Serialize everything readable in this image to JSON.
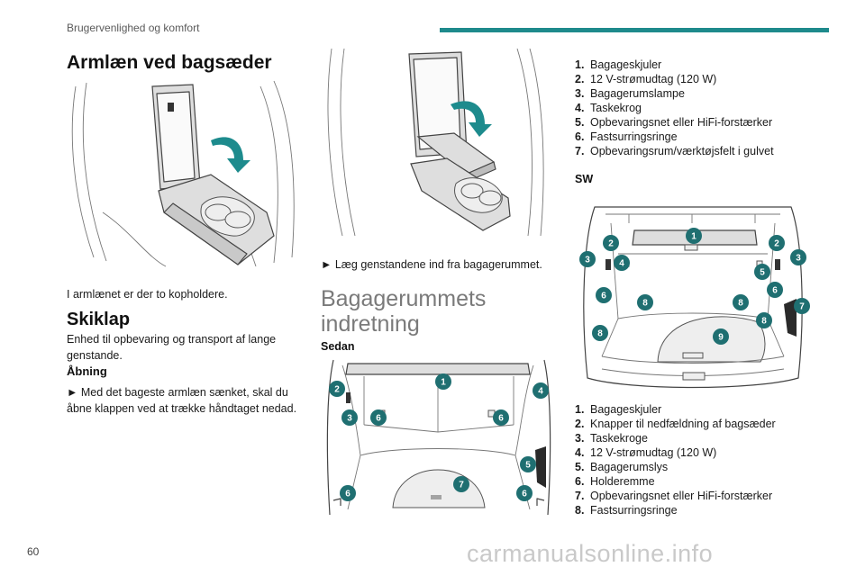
{
  "header": {
    "section": "Brugervenlighed og komfort",
    "accent_color": "#1e8a8c"
  },
  "page_number": "60",
  "watermark": "carmanualsonline.info",
  "armrest": {
    "title": "Armlæn ved bagsæder",
    "caption": "I armlænet er der to kopholdere."
  },
  "ski": {
    "title": "Skiklap",
    "intro": "Enhed til opbevaring og transport af lange genstande.",
    "opening_title": "Åbning",
    "opening_text": "► Med det bageste armlæn sænket, skal du åbne klappen ved at trække håndtaget nedad.",
    "load_text": "► Læg genstandene ind fra bagagerummet."
  },
  "boot": {
    "title_line1": "Bagagerummets",
    "title_line2": "indretning",
    "sedan_label": "Sedan",
    "sedan_badges": [
      "1",
      "2",
      "3",
      "6",
      "6",
      "4",
      "5",
      "7",
      "6",
      "6"
    ],
    "sedan_items": [
      {
        "n": "1.",
        "t": "Bagageskjuler"
      },
      {
        "n": "2.",
        "t": "12 V-strømudtag (120 W)"
      },
      {
        "n": "3.",
        "t": "Bagagerumslampe"
      },
      {
        "n": "4.",
        "t": "Taskekrog"
      },
      {
        "n": "5.",
        "t": "Opbevaringsnet eller HiFi-forstærker"
      },
      {
        "n": "6.",
        "t": "Fastsurringsringe"
      },
      {
        "n": "7.",
        "t": "Opbevaringsrum/værktøjsfelt i gulvet"
      }
    ],
    "sw_label": "SW",
    "sw_badges": [
      "1",
      "2",
      "2",
      "3",
      "3",
      "4",
      "5",
      "6",
      "6",
      "7",
      "8",
      "8",
      "8",
      "8",
      "9"
    ],
    "sw_items": [
      {
        "n": "1.",
        "t": "Bagageskjuler"
      },
      {
        "n": "2.",
        "t": "Knapper til nedfældning af bagsæder"
      },
      {
        "n": "3.",
        "t": "Taskekroge"
      },
      {
        "n": "4.",
        "t": "12 V-strømudtag (120 W)"
      },
      {
        "n": "5.",
        "t": "Bagagerumslys"
      },
      {
        "n": "6.",
        "t": "Holderemme"
      },
      {
        "n": "7.",
        "t": "Opbevaringsnet eller HiFi-forstærker"
      },
      {
        "n": "8.",
        "t": "Fastsurringsringe"
      }
    ]
  }
}
